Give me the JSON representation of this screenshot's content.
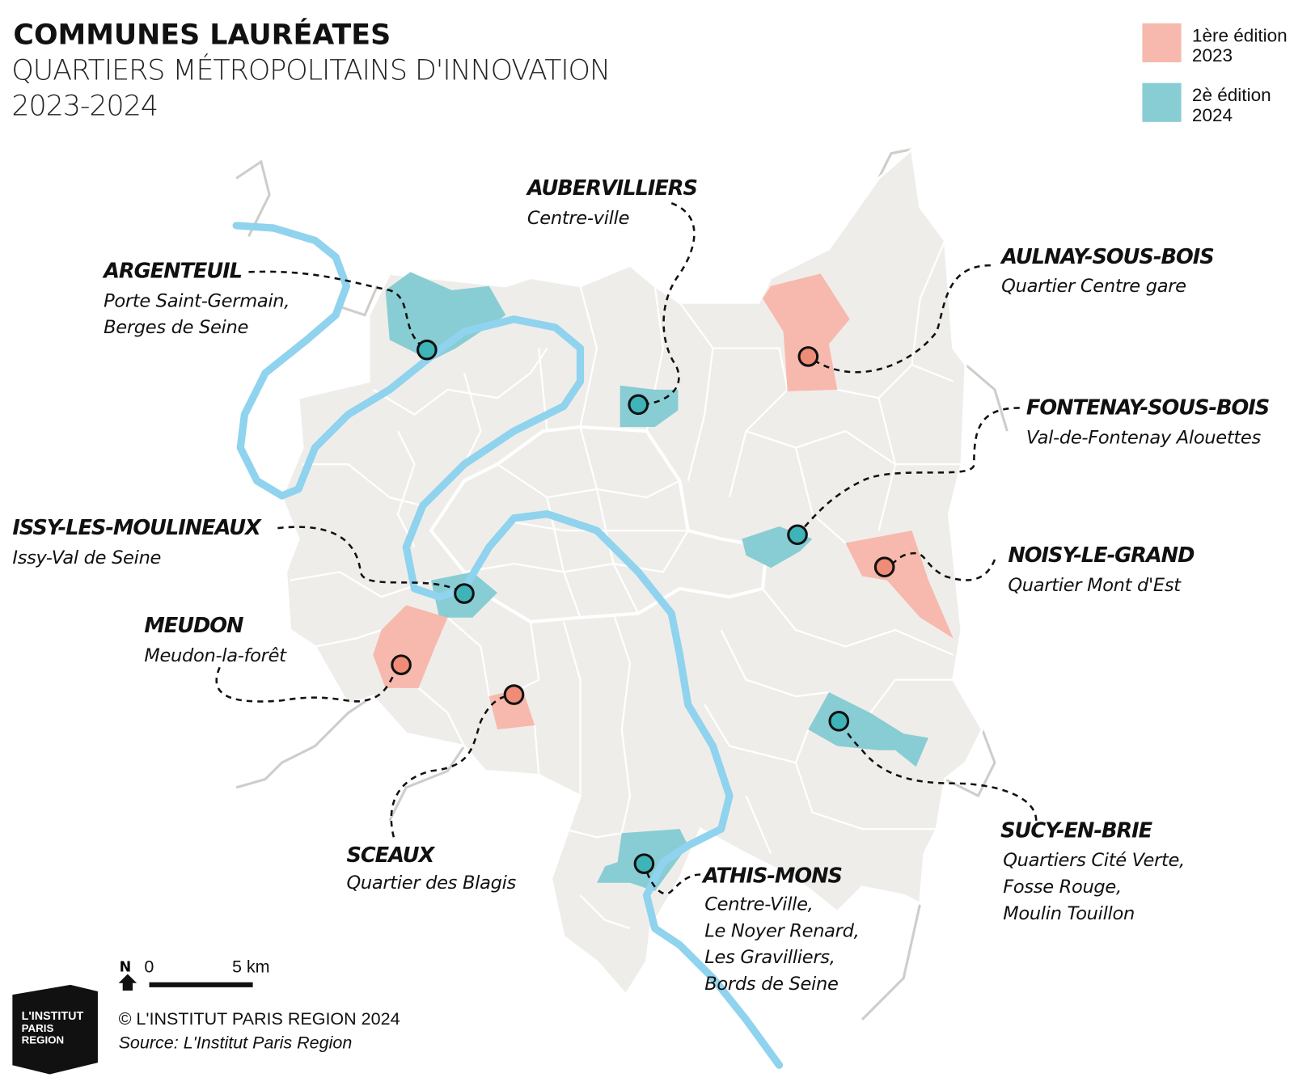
{
  "header": {
    "title": "COMMUNES LAURÉATES",
    "subtitle": "QUARTIERS MÉTROPOLITAINS D'INNOVATION",
    "years": "2023-2024"
  },
  "legend": [
    {
      "line1": "1ère édition",
      "line2": "2023",
      "color": "#f7b9ad"
    },
    {
      "line1": "2è édition",
      "line2": "2024",
      "color": "#88cdd3"
    }
  ],
  "laureates": [
    {
      "name": "ARGENTEUIL",
      "lines": [
        "Porte Saint-Germain,",
        "Berges de Seine"
      ],
      "edition": 2
    },
    {
      "name": "AUBERVILLIERS",
      "lines": [
        "Centre-ville"
      ],
      "edition": 2
    },
    {
      "name": "AULNAY-SOUS-BOIS",
      "lines": [
        "Quartier Centre gare"
      ],
      "edition": 1
    },
    {
      "name": "FONTENAY-SOUS-BOIS",
      "lines": [
        "Val-de-Fontenay Alouettes"
      ],
      "edition": 2
    },
    {
      "name": "ISSY-LES-MOULINEAUX",
      "lines": [
        "Issy-Val de Seine"
      ],
      "edition": 2
    },
    {
      "name": "NOISY-LE-GRAND",
      "lines": [
        "Quartier Mont d'Est"
      ],
      "edition": 1
    },
    {
      "name": "MEUDON",
      "lines": [
        "Meudon-la-forêt"
      ],
      "edition": 1
    },
    {
      "name": "SCEAUX",
      "lines": [
        "Quartier des Blagis"
      ],
      "edition": 1
    },
    {
      "name": "SUCY-EN-BRIE",
      "lines": [
        "Quartiers Cité Verte,",
        "Fosse Rouge,",
        "Moulin Touillon"
      ],
      "edition": 2
    },
    {
      "name": "ATHIS-MONS",
      "lines": [
        "Centre-Ville,",
        "Le Noyer Renard,",
        "Les Gravilliers,",
        "Bords de Seine"
      ],
      "edition": 2
    }
  ],
  "scale": {
    "north": "N",
    "zero": "0",
    "distance": "5 km"
  },
  "footer": {
    "copyright": "© L'INSTITUT PARIS REGION 2024",
    "source": "Source: L'Institut Paris Region",
    "logo": [
      "L'INSTITUT",
      "PARIS",
      "REGION"
    ]
  },
  "colors": {
    "edition1": "#f7b9ad",
    "edition2": "#88cdd3",
    "land": "#efedea",
    "river": "#8fd3ee"
  }
}
